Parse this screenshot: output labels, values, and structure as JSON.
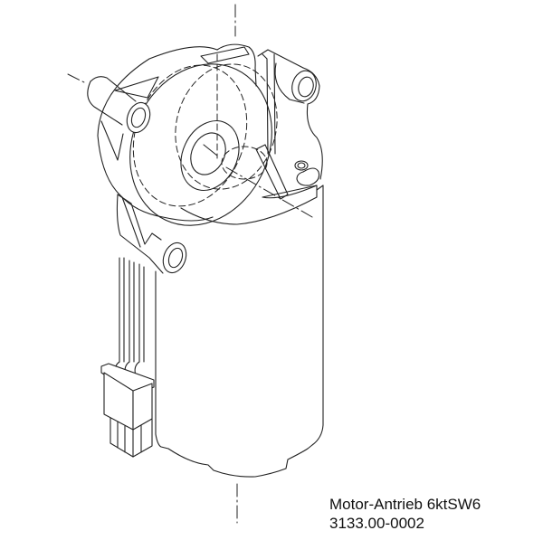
{
  "drawing": {
    "subject": "Motor-Antrieb assembly (isometric line drawing)",
    "line_color": "#222222",
    "background": "#ffffff"
  },
  "caption": {
    "title": "Motor-Antrieb 6ktSW6",
    "part_number": "3133.00-0002"
  }
}
